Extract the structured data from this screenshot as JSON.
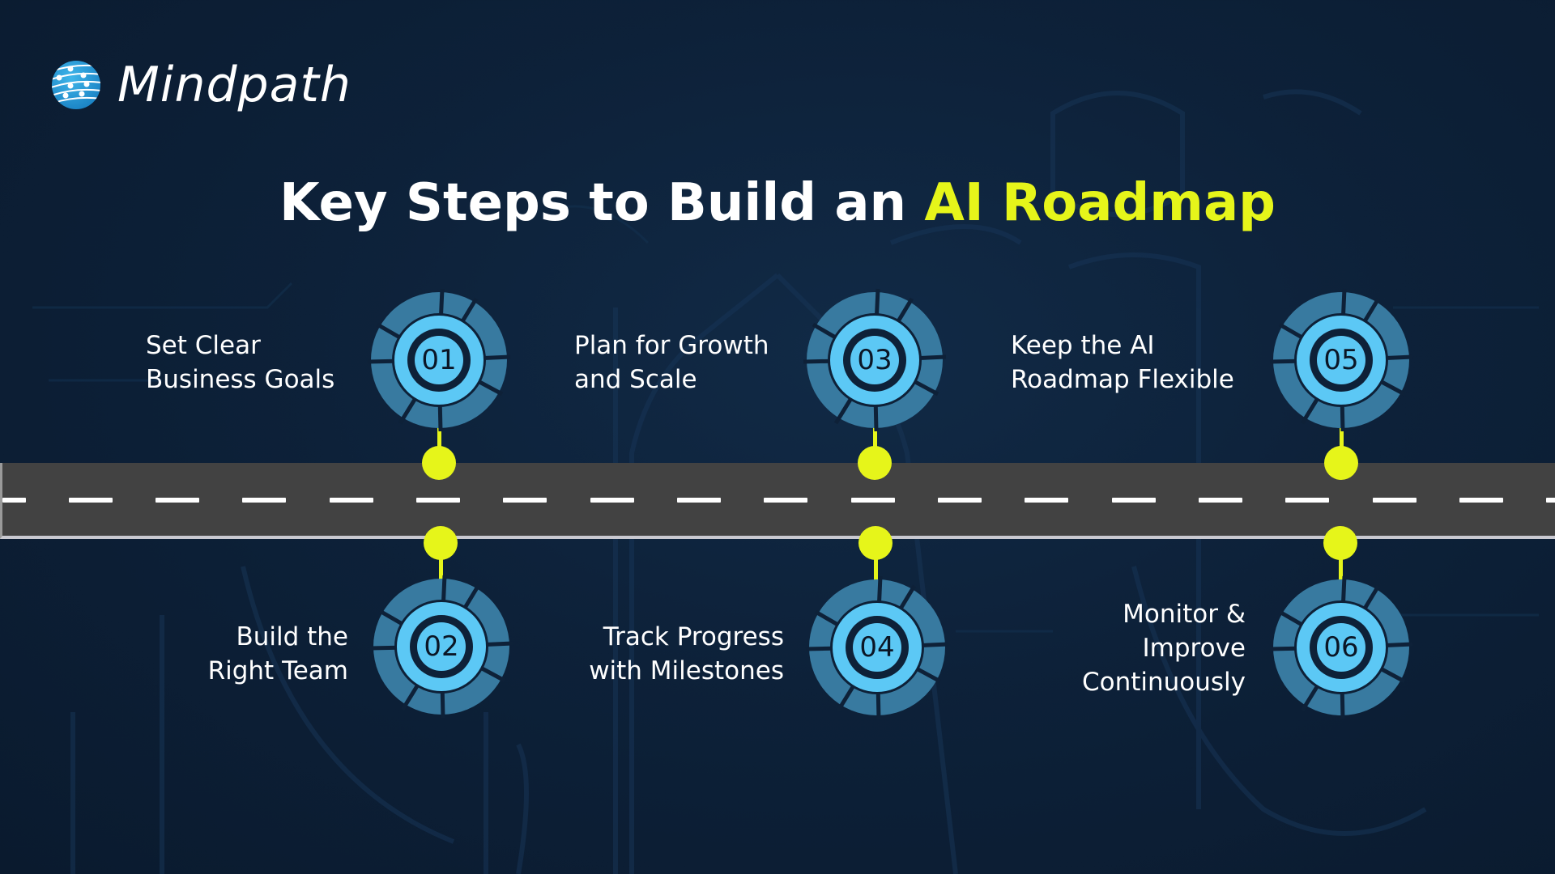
{
  "brand": {
    "name": "Mindpath",
    "logo_icon": "globe-network-icon"
  },
  "title": {
    "prefix": "Key Steps to Build an",
    "highlight": "AI Roadmap",
    "highlight_color": "#e6f51a"
  },
  "colors": {
    "background": "#0d2139",
    "road": "#424242",
    "road_edge": "#c9c9d1",
    "accent_yellow": "#e6f51a",
    "node_outer_ring": "#387aa0",
    "node_light": "#5cc8f5",
    "node_dark": "#0e2138"
  },
  "steps": [
    {
      "number": "01",
      "line1": "Set Clear",
      "line2": "Business Goals",
      "line3": "",
      "position": "top"
    },
    {
      "number": "02",
      "line1": "Build the",
      "line2": "Right Team",
      "line3": "",
      "position": "bottom"
    },
    {
      "number": "03",
      "line1": "Plan for Growth",
      "line2": "and Scale",
      "line3": "",
      "position": "top"
    },
    {
      "number": "04",
      "line1": "Track Progress",
      "line2": "with Milestones",
      "line3": "",
      "position": "bottom"
    },
    {
      "number": "05",
      "line1": "Keep the AI",
      "line2": "Roadmap Flexible",
      "line3": "",
      "position": "top"
    },
    {
      "number": "06",
      "line1": "Monitor &",
      "line2": "Improve",
      "line3": "Continuously",
      "position": "bottom"
    }
  ]
}
